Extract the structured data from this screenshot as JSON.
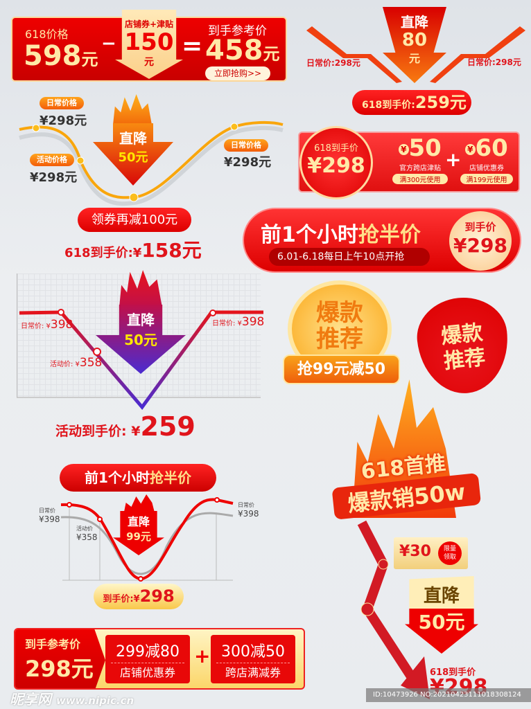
{
  "banner1": {
    "label": "618价格",
    "price": "598",
    "unit": "元",
    "minus": "−",
    "ribbon_top": "店铺券+津贴",
    "ribbon_value": "150",
    "ribbon_unit": "元",
    "equals": "=",
    "final_label": "到手参考价",
    "final_price": "458",
    "final_unit": "元",
    "button": "立即抢购>>"
  },
  "drop80": {
    "title": "直降",
    "value": "80",
    "unit": "元",
    "left_price": "日常价:298元",
    "right_price": "日常价:298元",
    "final": "618到手价:",
    "final_value": "259元"
  },
  "curve1": {
    "badge_daily": "日常价格",
    "daily_price": "¥298元",
    "badge_active": "活动价格",
    "active_price": "¥298元",
    "badge_daily_right": "日常价格",
    "daily_price_right": "¥298元",
    "arrow_title": "直降",
    "arrow_value": "50元",
    "coupon_pill": "领券再减100元",
    "final_label": "618到手价:¥",
    "final_value": "158元"
  },
  "coupon_card": {
    "circle_label": "618到手价",
    "circle_price": "¥298",
    "c1_value": "50",
    "c1_name": "官方跨店津贴",
    "c1_cond": "满300元使用",
    "plus": "+",
    "c2_value": "60",
    "c2_name": "店铺优惠券",
    "c2_cond": "满199元使用",
    "yen": "¥"
  },
  "halfprice": {
    "title_white": "前1个小时",
    "title_gold": "抢半价",
    "subtitle": "6.01-6.18每日上午10点开抢",
    "circle_label": "到手价",
    "circle_price": "¥298"
  },
  "vchart": {
    "left_label": "日常价: ¥",
    "left_value": "398",
    "mid_label": "活动价: ¥",
    "mid_value": "358",
    "right_label": "日常价: ¥",
    "right_value": "398",
    "arrow_title": "直降",
    "arrow_value": "50元",
    "final_label": "活动到手价: ¥",
    "final_value": "259"
  },
  "gold_badge": {
    "line1": "爆款",
    "line2": "推荐",
    "pill": "抢99元减50"
  },
  "red_flame": {
    "line1": "爆款",
    "line2": "推荐"
  },
  "big_flame": {
    "line1": "618首推",
    "line2": "爆款销50w"
  },
  "curve3": {
    "title_white": "前1个小时",
    "title_gold": "抢半价",
    "left_label": "日常价",
    "left_value": "¥398",
    "mid_label": "活动价",
    "mid_value": "¥358",
    "right_label": "日常价",
    "right_value": "¥398",
    "arrow_title": "直降",
    "arrow_value": "99元",
    "final_label": "到手价:¥",
    "final_value": "298"
  },
  "bottom_banner": {
    "label": "到手参考价",
    "price": "298元",
    "c1_top": "299减80",
    "c1_bottom": "店铺优惠券",
    "plus": "+",
    "c2_top": "300减50",
    "c2_bottom": "跨店满减券"
  },
  "zigzag": {
    "coupon_value": "¥30",
    "coupon_tag": "限量领取",
    "arrow_title": "直降",
    "arrow_value": "50元",
    "final_label": "618到手价",
    "final_value": "¥298"
  },
  "watermark": {
    "logo": "昵享网",
    "url": "www.nipic.cn",
    "id": "ID:10473926 NO:20210423111018308124"
  }
}
